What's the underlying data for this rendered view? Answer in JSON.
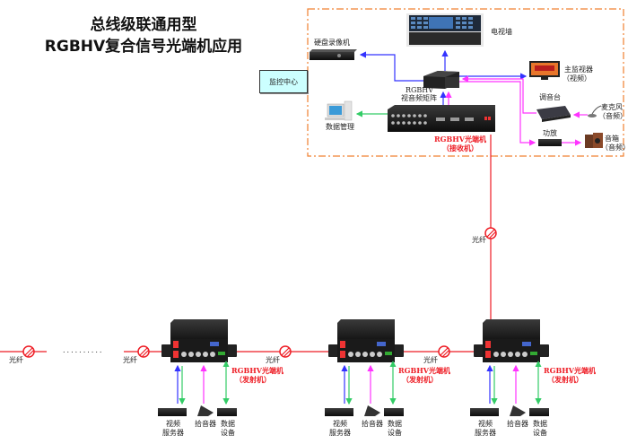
{
  "title": {
    "line1": "总线级联通用型",
    "line2": "RGBHV复合信号光端机应用"
  },
  "control_center": {
    "label": "监控中心",
    "devices": {
      "tv_wall": "电视墙",
      "dvr": "硬盘录像机",
      "matrix_line1": "RGBHV",
      "matrix_line2": "视音频矩阵",
      "monitor_line1": "主监视器",
      "monitor_line2": "（视频）",
      "mixer": "调音台",
      "mic_line1": "麦克风",
      "mic_line2": "（音频）",
      "amplifier": "功放",
      "speaker_line1": "音箱",
      "speaker_line2": "（音频）",
      "data_mgmt": "数据管理",
      "receiver_line1": "RGBHV光端机",
      "receiver_line2": "（接收机）"
    }
  },
  "fiber_label": "光纤",
  "ellipsis": "..........",
  "transmitter_nodes": [
    {
      "name_line1": "RGBHV光端机",
      "name_line2": "（发射机）",
      "video_server_line1": "视频",
      "video_server_line2": "服务器",
      "pickup": "拾音器",
      "data_line1": "数据",
      "data_line2": "设备"
    },
    {
      "name_line1": "RGBHV光端机",
      "name_line2": "（发射机）",
      "video_server_line1": "视频",
      "video_server_line2": "服务器",
      "pickup": "拾音器",
      "data_line1": "数据",
      "data_line2": "设备"
    },
    {
      "name_line1": "RGBHV光端机",
      "name_line2": "（发射机）",
      "video_server_line1": "视频",
      "video_server_line2": "服务器",
      "pickup": "拾音器",
      "data_line1": "数据",
      "data_line2": "设备"
    }
  ],
  "colors": {
    "fiber": "#ee1c24",
    "video": "#3333ff",
    "audio": "#ff33ff",
    "data": "#33cc66",
    "boundary": "#f08030",
    "control_box_fill": "#ccffff"
  }
}
